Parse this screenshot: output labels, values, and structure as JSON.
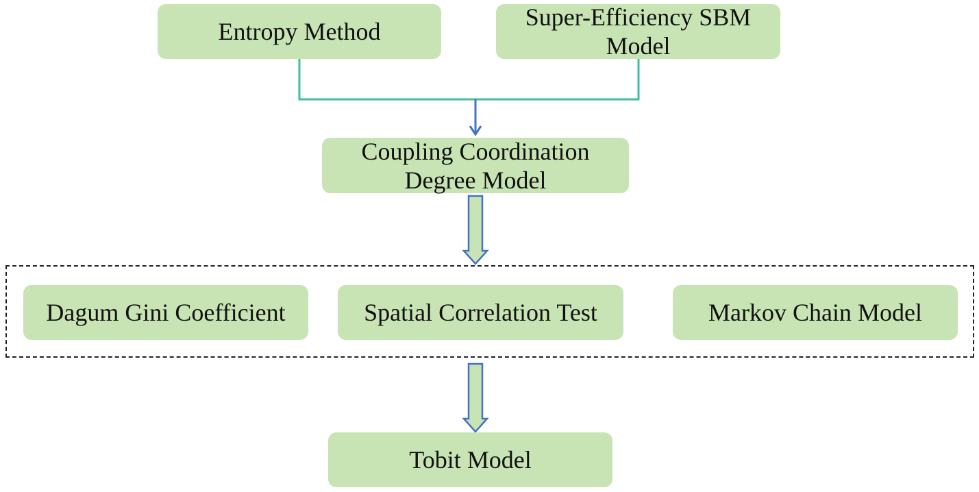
{
  "nodes": {
    "entropy": {
      "lines": [
        "Entropy Method"
      ]
    },
    "sbm": {
      "lines": [
        "Super-Efficiency SBM",
        "Model"
      ]
    },
    "coupling": {
      "lines": [
        "Coupling Coordination",
        "Degree Model"
      ]
    },
    "dagum": {
      "lines": [
        "Dagum Gini Coefficient"
      ]
    },
    "spatial": {
      "lines": [
        "Spatial Correlation Test"
      ]
    },
    "markov": {
      "lines": [
        "Markov Chain Model"
      ]
    },
    "tobit": {
      "lines": [
        "Tobit Model"
      ]
    }
  },
  "colors": {
    "node_fill": "#c8e4b4",
    "merge_line": "#3dbfa0",
    "arrow": "#4472c4",
    "dashed_border": "#222222"
  }
}
